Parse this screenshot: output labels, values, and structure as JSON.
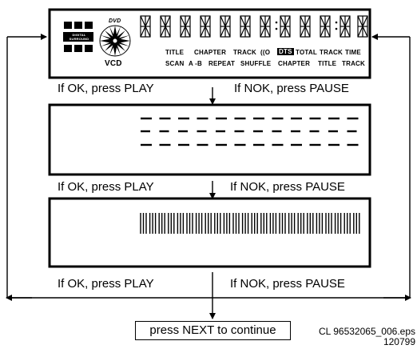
{
  "display1": {
    "brand_top": "DVD",
    "brand_bottom": "VCD",
    "dolby_label": "DIGITAL SURROUND",
    "row1": [
      "TITLE",
      "CHAPTER",
      "TRACK",
      "((O",
      "DTS",
      "TOTAL",
      "TRACK",
      "TIME"
    ],
    "row2": [
      "SCAN",
      "A -B",
      "REPEAT",
      "SHUFFLE",
      "CHAPTER",
      "TITLE",
      "TRACK"
    ]
  },
  "step1": {
    "ok": "If OK, press PLAY",
    "nok": "If NOK, press PAUSE"
  },
  "step2": {
    "ok": "If OK, press PLAY",
    "nok": "If NOK, press PAUSE"
  },
  "step3": {
    "ok": "If OK, press PLAY",
    "nok": "If NOK, press PAUSE"
  },
  "next_button": "press NEXT to continue",
  "reference": {
    "code": "CL 96532065_006.eps",
    "date": "120799"
  }
}
